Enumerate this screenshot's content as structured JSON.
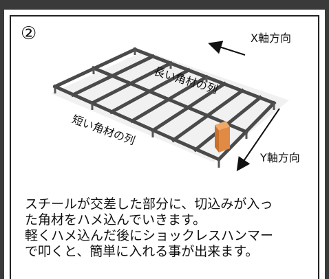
{
  "step_number": "②",
  "labels": {
    "long_row": "長い角材の列",
    "short_row": "短い角材の列",
    "x_direction": "X軸方向",
    "y_direction": "Y軸方向"
  },
  "caption": "スチールが交差した部分に、切込みが入っ\nた角材をハメ込んでいきます。\n軽くハメ込んだ後にショックレスハンマー\nで叩くと、簡単に入れる事が出来ます。",
  "colors": {
    "frame": "#3a3a3a",
    "steel": "#4a4a4a",
    "block": "#d9823b"
  }
}
